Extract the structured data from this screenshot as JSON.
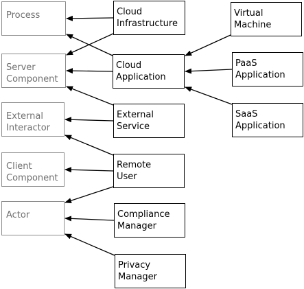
{
  "nodes": {
    "process": "Process",
    "server_component": "Server\nComponent",
    "external_interactor": "External\nInteractor",
    "client_component": "Client\nComponent",
    "actor": "Actor",
    "cloud_infrastructure": "Cloud\nInfrastructure",
    "cloud_application": "Cloud\nApplication",
    "external_service": "External\nService",
    "remote_user": "Remote\nUser",
    "compliance_manager": "Compliance\nManager",
    "privacy_manager": "Privacy\nManager",
    "virtual_machine": "Virtual\nMachine",
    "paas_application": "PaaS\nApplication",
    "saas_application": "SaaS\nApplication"
  },
  "edges": [
    {
      "from": "cloud_infrastructure",
      "to": "process"
    },
    {
      "from": "cloud_infrastructure",
      "to": "server_component"
    },
    {
      "from": "cloud_application",
      "to": "process"
    },
    {
      "from": "cloud_application",
      "to": "server_component"
    },
    {
      "from": "external_service",
      "to": "server_component"
    },
    {
      "from": "external_service",
      "to": "external_interactor"
    },
    {
      "from": "remote_user",
      "to": "external_interactor"
    },
    {
      "from": "remote_user",
      "to": "client_component"
    },
    {
      "from": "remote_user",
      "to": "actor"
    },
    {
      "from": "compliance_manager",
      "to": "actor"
    },
    {
      "from": "privacy_manager",
      "to": "actor"
    },
    {
      "from": "virtual_machine",
      "to": "cloud_application"
    },
    {
      "from": "paas_application",
      "to": "cloud_application"
    },
    {
      "from": "saas_application",
      "to": "cloud_application"
    }
  ],
  "colors": {
    "abstract_border": "#8a8a8a",
    "abstract_text": "#6f6f6f",
    "concrete_border": "#000000",
    "arrow": "#000000"
  }
}
